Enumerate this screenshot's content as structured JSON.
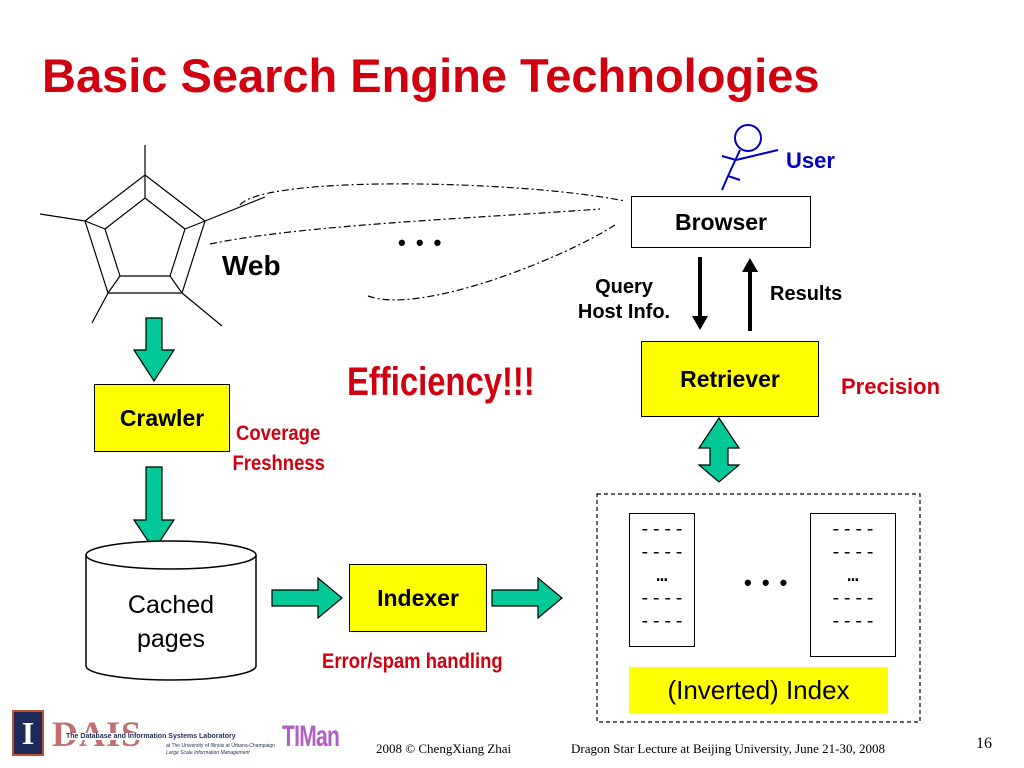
{
  "slide": {
    "title": "Basic Search Engine Technologies",
    "page_number": "16"
  },
  "diagram": {
    "user_label": "User",
    "browser_label": "Browser",
    "web_label": "Web",
    "web_dots": "• • •",
    "query_label_line1": "Query",
    "query_label_line2": "Host Info.",
    "results_label": "Results",
    "retriever_label": "Retriever",
    "precision_label": "Precision",
    "efficiency_label": "Efficiency!!!",
    "crawler_label": "Crawler",
    "coverage_label": "Coverage",
    "freshness_label": "Freshness",
    "cached_pages_line1": "Cached",
    "cached_pages_line2": "pages",
    "indexer_label": "Indexer",
    "error_label": "Error/spam handling",
    "index_label": "(Inverted) Index",
    "index_dots": "• • •",
    "doc_lines": [
      "----",
      "----",
      "…",
      "----",
      "----"
    ]
  },
  "footer": {
    "logo_i": "I",
    "dais_logo": "DAIS",
    "lab_name": "The Database and Information Systems Laboratory",
    "lab_sub": "at The University of Illinois at Urbana-Champaign",
    "lab_tag": "Large Scale Information Management",
    "timan_logo": "TIMan",
    "copyright": "2008  © ChengXiang Zhai",
    "lecture": "Dragon Star Lecture at Beijing University, June 21-30, 2008"
  },
  "colors": {
    "title_red": "#d00010",
    "box_yellow": "#ffff00",
    "arrow_green": "#00c896",
    "user_blue": "#0000c0"
  }
}
